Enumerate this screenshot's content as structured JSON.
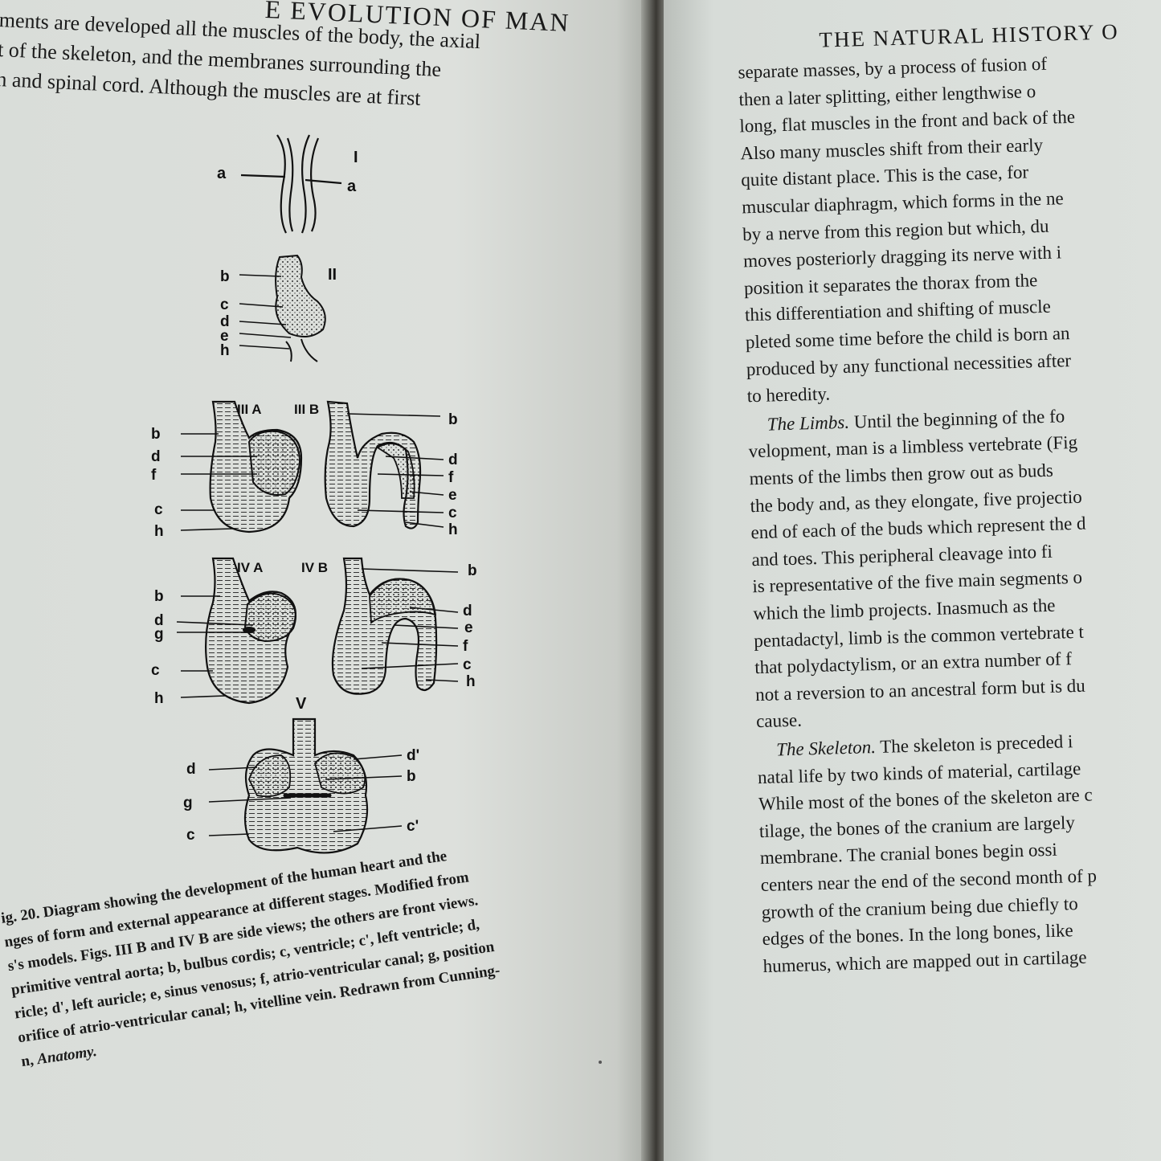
{
  "left_page": {
    "header": "E EVOLUTION OF MAN",
    "body_lines": [
      "ments are developed all the muscles of the body, the axial",
      "t of the skeleton, and the membranes surrounding the",
      "n and spinal cord.  Although the muscles are at first"
    ],
    "figure": {
      "stage_labels": [
        "I",
        "II",
        "III A",
        "III B",
        "IV A",
        "IV B",
        "V"
      ],
      "letter_labels": {
        "a": "a",
        "b": "b",
        "c": "c",
        "d": "d",
        "e": "e",
        "f": "f",
        "g": "g",
        "h": "h",
        "c_prime": "c'",
        "d_prime": "d'"
      }
    },
    "caption_lines": [
      "ig. 20.  Diagram showing the development of the human heart and the",
      "nges of form and external appearance at different stages.  Modified from",
      "s's models.  Figs. III B and IV B are side views; the others are front views.",
      "primitive ventral aorta; b, bulbus cordis; c, ventricle; c', left ventricle; d,",
      "ricle; d', left auricle; e, sinus venosus; f, atrio-ventricular canal; g, position",
      "orifice of atrio-ventricular canal; h, vitelline vein.  Redrawn from Cunning-"
    ],
    "caption_last_prefix": "n, ",
    "caption_last_italic": "Anatomy."
  },
  "right_page": {
    "header": "THE NATURAL HISTORY O",
    "lines": [
      {
        "text": "separate masses, by a process of fusion of"
      },
      {
        "text": "then a later splitting, either lengthwise o"
      },
      {
        "text": "long, flat muscles in the front and back of the"
      },
      {
        "text": "Also many muscles shift from their early"
      },
      {
        "text": "quite distant place.  This is the case, for"
      },
      {
        "text": "muscular diaphragm, which forms in the ne"
      },
      {
        "text": "by a nerve from this region but which, du"
      },
      {
        "text": "moves posteriorly dragging its nerve with i"
      },
      {
        "text": "position it separates the thorax from the"
      },
      {
        "text": "this differentiation and shifting of muscle"
      },
      {
        "text": "pleted some time before the child is born an"
      },
      {
        "text": "produced by any functional necessities after"
      },
      {
        "text": "to heredity."
      },
      {
        "italic": "The Limbs.",
        "text": "  Until the beginning of the fo"
      },
      {
        "text": "velopment, man is a limbless vertebrate (Fig"
      },
      {
        "text": "ments of the limbs then grow out as buds"
      },
      {
        "text": "the body and, as they elongate, five projectio"
      },
      {
        "text": "end of each of the buds which represent the d"
      },
      {
        "text": "and toes.  This peripheral cleavage into fi"
      },
      {
        "text": "is representative of the five main segments o"
      },
      {
        "text": "which the limb projects.  Inasmuch as the"
      },
      {
        "text": "pentadactyl, limb is the common vertebrate t"
      },
      {
        "text": "that polydactylism, or an extra number of f"
      },
      {
        "text": "not a reversion to an ancestral form but is du"
      },
      {
        "text": "cause."
      },
      {
        "italic": "The Skeleton.",
        "text": "  The skeleton is preceded i"
      },
      {
        "text": "natal life by two kinds of material, cartilage"
      },
      {
        "text": "While most of the bones of the skeleton are c"
      },
      {
        "text": "tilage, the bones of the cranium are largely"
      },
      {
        "text": "membrane.  The cranial bones begin ossi"
      },
      {
        "text": "centers near the end of the second month of p"
      },
      {
        "text": "growth of the cranium being due chiefly to"
      },
      {
        "text": "edges of the bones.  In the long bones, like"
      },
      {
        "text": "humerus, which are mapped out in cartilage"
      }
    ]
  }
}
